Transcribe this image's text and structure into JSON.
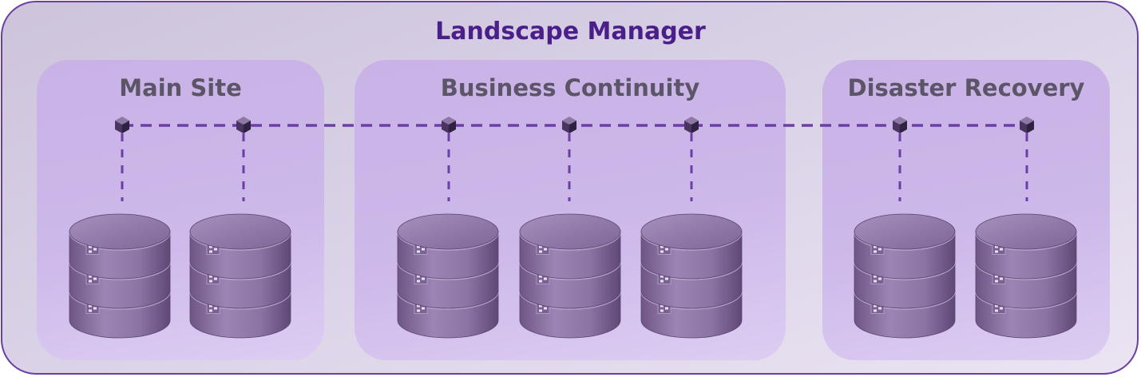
{
  "title": "Landscape Manager",
  "sites": [
    {
      "label": "Main Site",
      "databases": 2
    },
    {
      "label": "Business Continuity",
      "databases": 3
    },
    {
      "label": "Disaster Recovery",
      "databases": 2
    }
  ],
  "colors": {
    "accent": "#6a3fa3",
    "title": "#4b1f8a",
    "site_label": "#5c5567",
    "site_background": "#cdb8ea",
    "connector_line": "#6b3fa6",
    "node_cube": "#4a3560",
    "database": "#8a6fa6"
  },
  "icons": {
    "node": "cube-node-icon",
    "database": "database-cylinder-icon"
  }
}
